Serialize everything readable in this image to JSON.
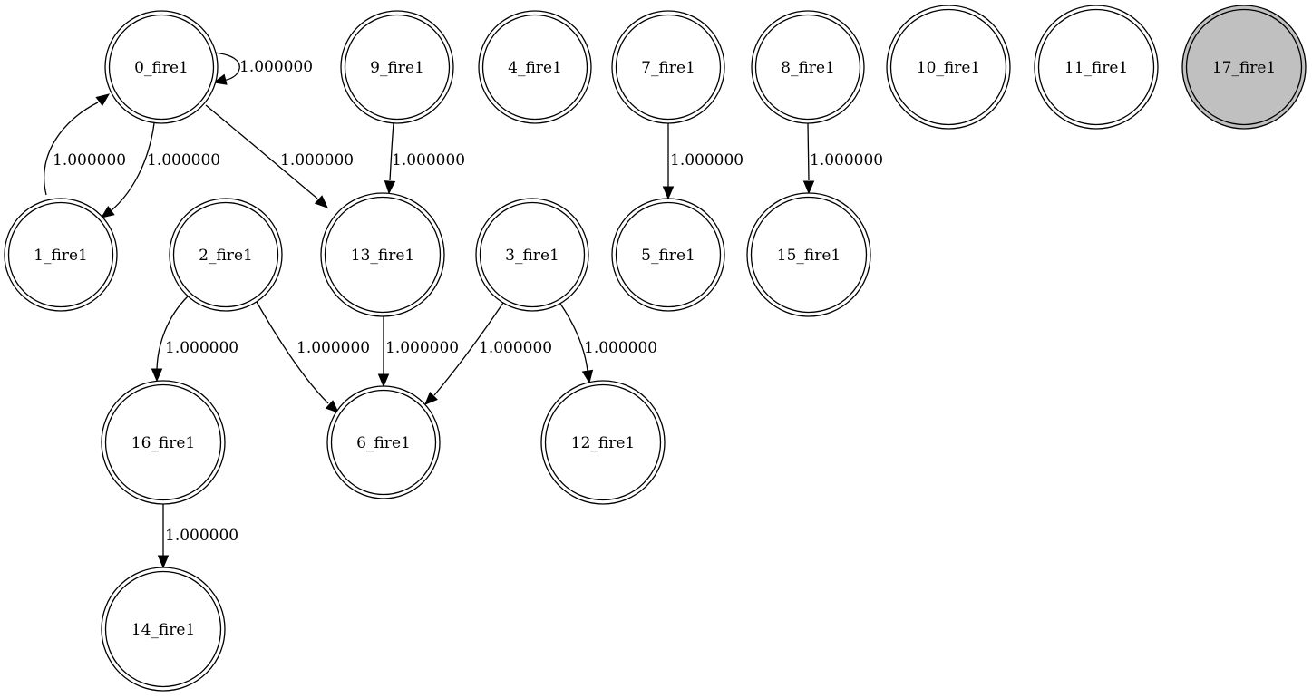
{
  "graph": {
    "node_fill": "#ffffff",
    "highlight_fill": "#c0c0c0",
    "nodes": [
      {
        "id": "n0",
        "label": "0_fire1"
      },
      {
        "id": "n9",
        "label": "9_fire1"
      },
      {
        "id": "n4",
        "label": "4_fire1"
      },
      {
        "id": "n7",
        "label": "7_fire1"
      },
      {
        "id": "n8",
        "label": "8_fire1"
      },
      {
        "id": "n10",
        "label": "10_fire1"
      },
      {
        "id": "n11",
        "label": "11_fire1"
      },
      {
        "id": "n17",
        "label": "17_fire1",
        "highlighted": true
      },
      {
        "id": "n1",
        "label": "1_fire1"
      },
      {
        "id": "n2",
        "label": "2_fire1"
      },
      {
        "id": "n13",
        "label": "13_fire1"
      },
      {
        "id": "n3",
        "label": "3_fire1"
      },
      {
        "id": "n5",
        "label": "5_fire1"
      },
      {
        "id": "n15",
        "label": "15_fire1"
      },
      {
        "id": "n16",
        "label": "16_fire1"
      },
      {
        "id": "n6",
        "label": "6_fire1"
      },
      {
        "id": "n12",
        "label": "12_fire1"
      },
      {
        "id": "n14",
        "label": "14_fire1"
      }
    ],
    "edges": [
      {
        "id": "e0_0",
        "from": "n0",
        "to": "n0",
        "label": "1.000000"
      },
      {
        "id": "e0_1",
        "from": "n0",
        "to": "n1",
        "label": "1.000000"
      },
      {
        "id": "e1_0",
        "from": "n1",
        "to": "n0",
        "label": "1.000000"
      },
      {
        "id": "e0_13",
        "from": "n0",
        "to": "n13",
        "label": "1.000000"
      },
      {
        "id": "e9_13",
        "from": "n9",
        "to": "n13",
        "label": "1.000000"
      },
      {
        "id": "e7_5",
        "from": "n7",
        "to": "n5",
        "label": "1.000000"
      },
      {
        "id": "e8_15",
        "from": "n8",
        "to": "n15",
        "label": "1.000000"
      },
      {
        "id": "e2_16",
        "from": "n2",
        "to": "n16",
        "label": "1.000000"
      },
      {
        "id": "e2_6",
        "from": "n2",
        "to": "n6",
        "label": "1.000000"
      },
      {
        "id": "e13_6",
        "from": "n13",
        "to": "n6",
        "label": "1.000000"
      },
      {
        "id": "e3_6",
        "from": "n3",
        "to": "n6",
        "label": "1.000000"
      },
      {
        "id": "e3_12",
        "from": "n3",
        "to": "n12",
        "label": "1.000000"
      },
      {
        "id": "e16_14",
        "from": "n16",
        "to": "n14",
        "label": "1.000000"
      }
    ]
  }
}
